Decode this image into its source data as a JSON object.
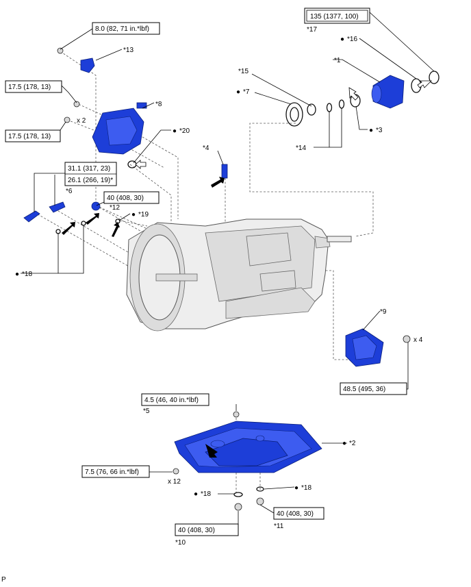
{
  "torque": {
    "t1": "8.0 (82, 71 in.*lbf)",
    "t2": "17.5 (178, 13)",
    "t3": "17.5 (178, 13)",
    "t4a": "31.1 (317, 23)",
    "t4b": "26.1 (266, 19)*",
    "t5": "40 (408, 30)",
    "t6": "135 (1377, 100)",
    "t7": "48.5 (495, 36)",
    "t8": "4.5 (46, 40 in.*lbf)",
    "t9": "7.5 (76, 66 in.*lbf)",
    "t10": "40 (408, 30)",
    "t11": "40 (408, 30)"
  },
  "callouts": {
    "c1": "*1",
    "c2": "*2",
    "c3": "*3",
    "c4": "*4",
    "c5": "*5",
    "c6": "*6",
    "c7": "*7",
    "c8": "*8",
    "c9": "*9",
    "c10": "*10",
    "c11": "*11",
    "c12": "*12",
    "c13": "*13",
    "c14": "*14",
    "c15": "*15",
    "c16": "*16",
    "c17": "*17",
    "c18a": "*18",
    "c18b": "*18",
    "c18c": "*18",
    "c19": "*19",
    "c20": "*20"
  },
  "bullet": "●",
  "quantities": {
    "q_x2": "x 2",
    "q_x4": "x 4",
    "q_x12": "x 12"
  },
  "footer": "P"
}
